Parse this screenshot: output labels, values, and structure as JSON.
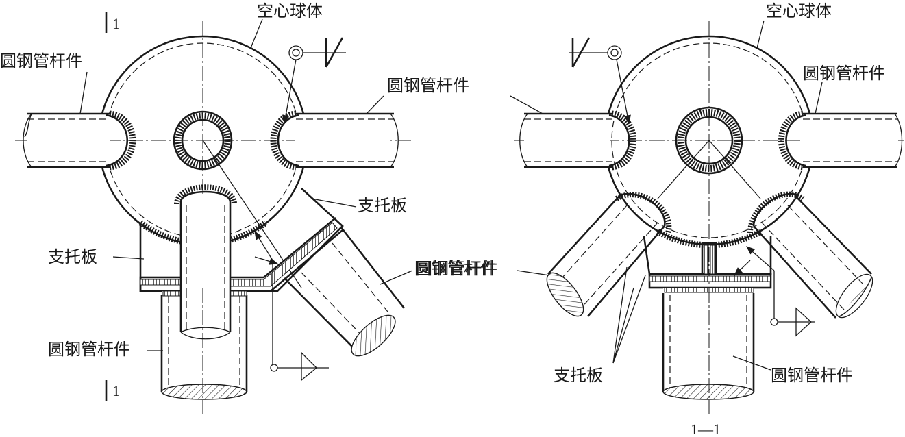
{
  "labels": {
    "hollow_sphere": "空心球体",
    "round_steel_tube_member": "圆钢管杆件",
    "support_plate": "支托板",
    "section_mark": "1",
    "section_title": "1—1"
  },
  "colors": {
    "line": "#1a1a1a",
    "background": "#ffffff"
  }
}
